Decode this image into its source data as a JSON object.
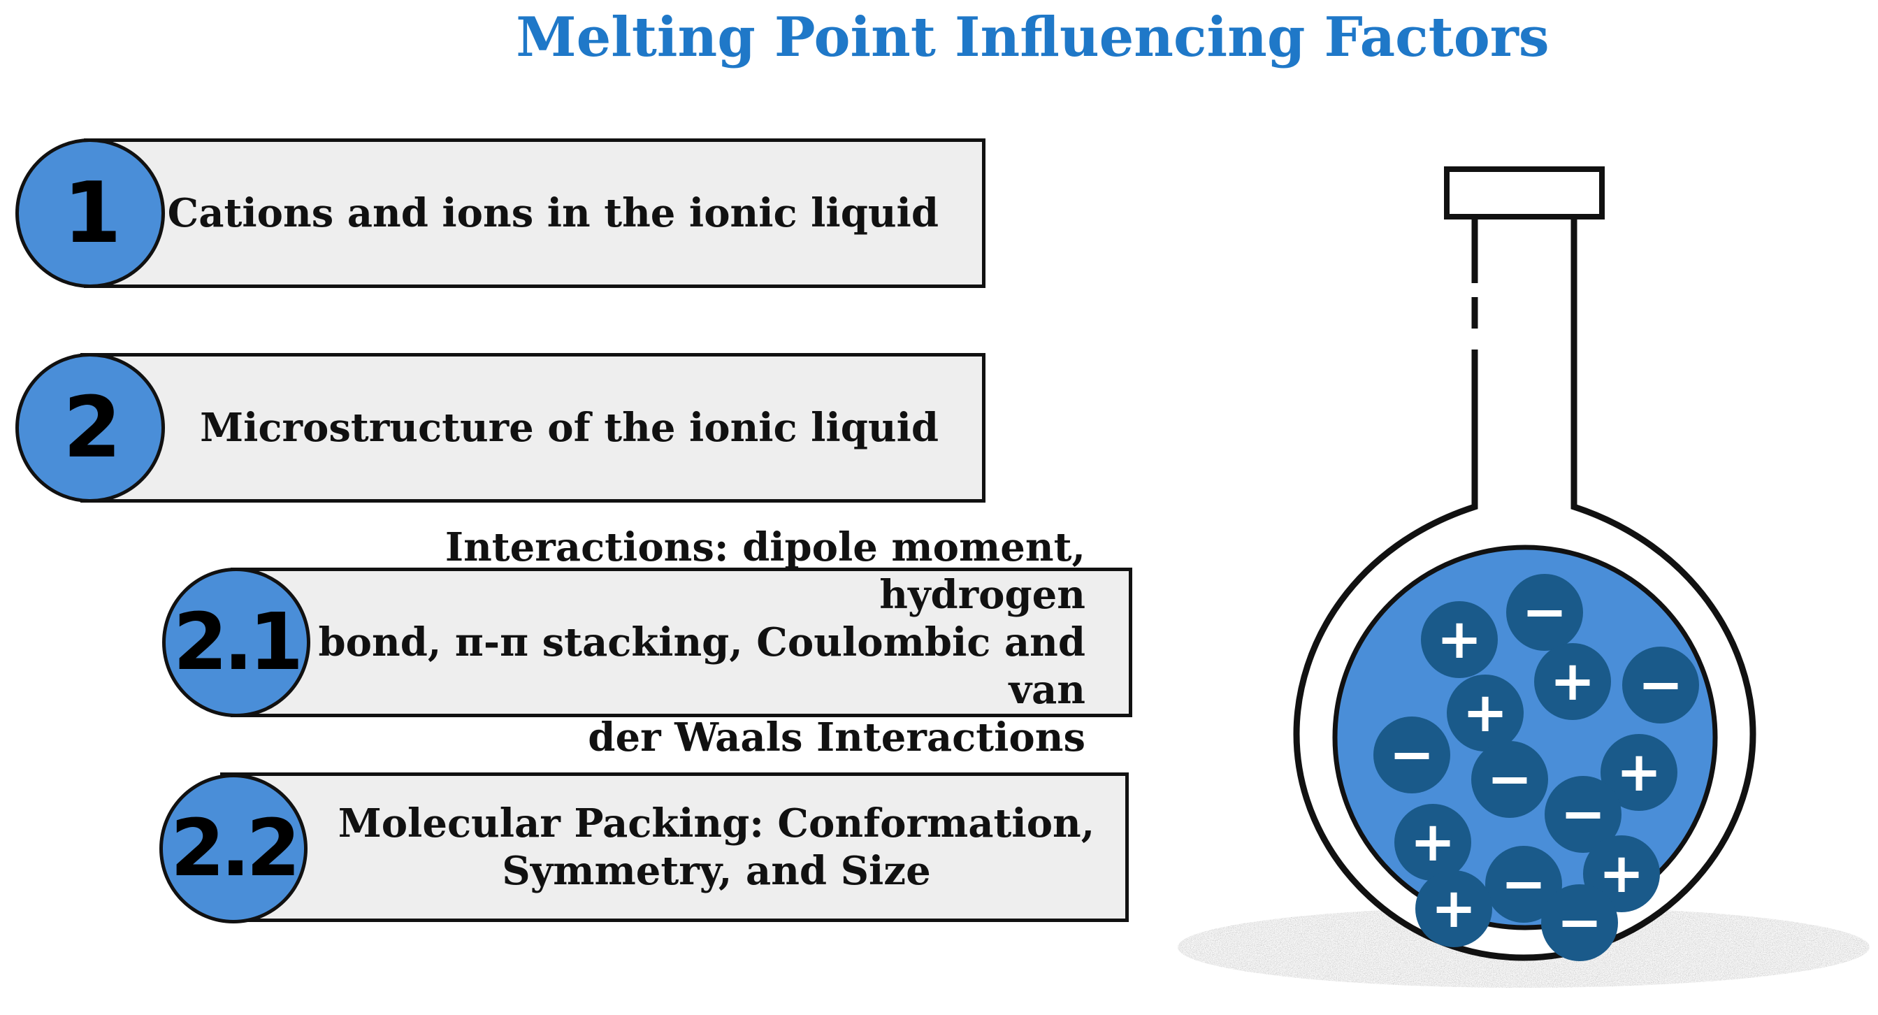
{
  "title": "Melting Point Influencing Factors",
  "items": [
    {
      "number": "1",
      "text": "Cations and ions in the ionic liquid"
    },
    {
      "number": "2",
      "text": "Microstructure of the ionic liquid"
    },
    {
      "number": "2.1",
      "text_lines": [
        "Interactions: dipole moment, hydrogen",
        "bond,  π-π stacking, Coulombic and van",
        "der Waals Interactions"
      ]
    },
    {
      "number": "2.2",
      "text_lines": [
        "Molecular Packing: Conformation,",
        "Symmetry, and Size"
      ]
    }
  ],
  "colors": {
    "title": "#1f78c8",
    "circle": "#4a8ed8",
    "bar": "#eeeeee",
    "ion": "#1a5a8a",
    "liquid": "#4a8ed8"
  },
  "flask": {
    "icon": "round-bottom-flask-icon",
    "ions": [
      "+",
      "−",
      "+",
      "−",
      "+",
      "−",
      "+",
      "−",
      "+",
      "−",
      "+",
      "−",
      "+",
      "−"
    ]
  }
}
